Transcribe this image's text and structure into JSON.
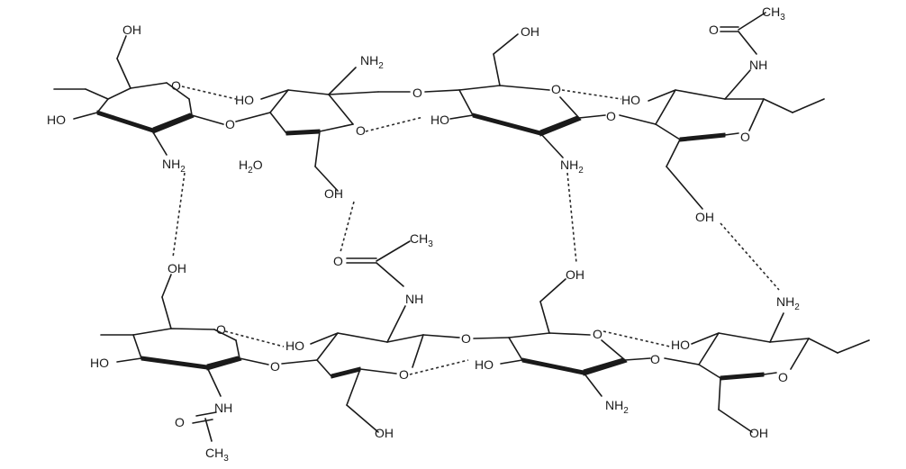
{
  "diagram": {
    "labels": {
      "oh": "OH",
      "ho": "HO",
      "o": "O",
      "nh": "NH",
      "nh2_base": "NH",
      "nh2_sub": "2",
      "ch3_base": "CH",
      "ch3_sub": "3",
      "water_h": "H",
      "water_sub": "2",
      "water_o": "O"
    }
  }
}
